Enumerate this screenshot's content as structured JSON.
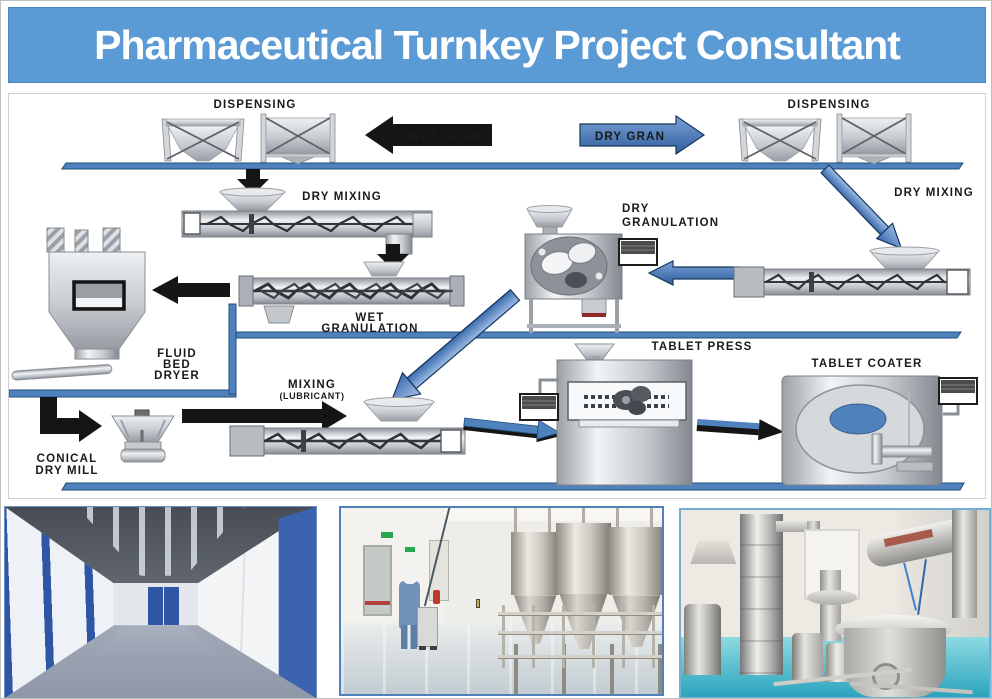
{
  "title": "Pharmaceutical Turnkey Project Consultant",
  "diagram": {
    "labels": {
      "dispensing_left": "DISPENSING",
      "dispensing_right": "DISPENSING",
      "wet_gran": "WET GRAN",
      "dry_gran": "DRY GRAN",
      "dry_mixing_left": "DRY MIXING",
      "dry_mixing_right": "DRY MIXING",
      "wet_granulation_1": "WET",
      "wet_granulation_2": "GRANULATION",
      "dry_granulation_1": "DRY",
      "dry_granulation_2": "GRANULATION",
      "fluid_bed_dryer_1": "FLUID",
      "fluid_bed_dryer_2": "BED",
      "fluid_bed_dryer_3": "DRYER",
      "conical_dry_mill_1": "CONICAL",
      "conical_dry_mill_2": "DRY MILL",
      "mixing_1": "MIXING",
      "mixing_2": "(LUBRICANT)",
      "tablet_press": "TABLET PRESS",
      "tablet_coater": "TABLET COATER"
    },
    "colors": {
      "banner_blue": "#5b9bd5",
      "flow_blue": "#4f81bd",
      "flow_navy": "#17375e",
      "arrow_black": "#151515"
    }
  },
  "photos": [
    {
      "name": "cleanroom-corridor"
    },
    {
      "name": "production-hall"
    },
    {
      "name": "processing-equipment-room"
    }
  ]
}
